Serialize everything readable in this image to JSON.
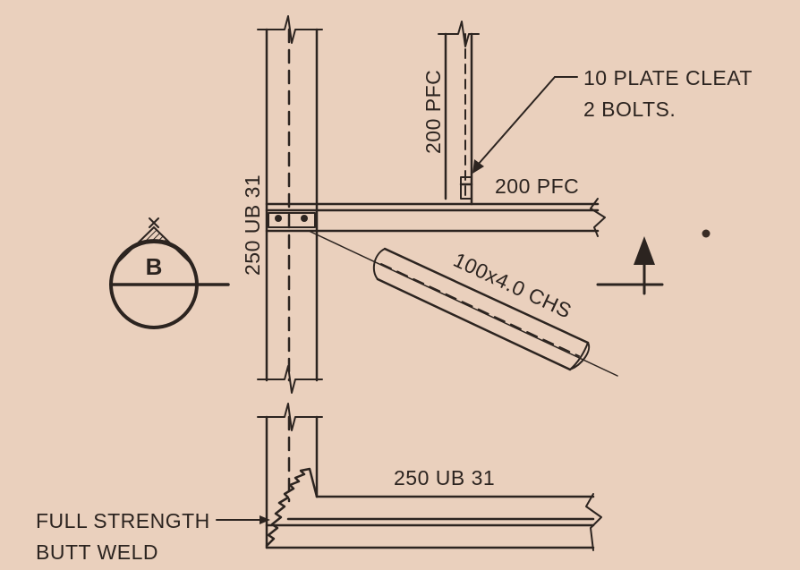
{
  "labels": {
    "cleat_line1": "10 PLATE CLEAT",
    "cleat_line2": "2 BOLTS.",
    "pfc_vertical": "200 PFC",
    "pfc_horizontal": "200 PFC",
    "column": "250 UB 31",
    "chs": "100x4.0 CHS",
    "beam_bottom": "250 UB 31",
    "weld_line1": "FULL STRENGTH",
    "weld_line2": "BUTT WELD",
    "section_marker": "B"
  },
  "colors": {
    "paper": "#ead0bd",
    "ink": "#2c2420"
  }
}
